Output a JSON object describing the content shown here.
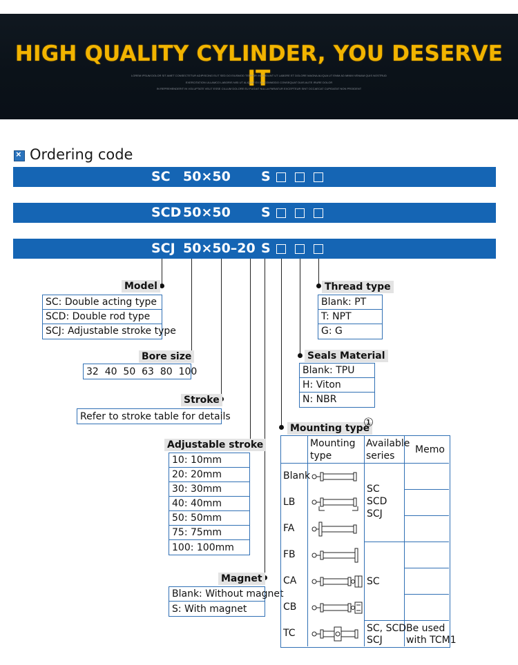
{
  "banner": {
    "title": "HIGH QUALITY CYLINDER, YOU DESERVE IT",
    "sub_lines": [
      "LOREM IPSUM DOLOR SIT AMET CONSECTETUR ADIPISCING ELIT SED DO EIUSMOD TEMPOR INCIDIDUNT UT LABORE ET DOLORE MAGNA ALIQUA UT ENIM AD MINIM VENIAM QUIS NOSTRUD",
      "EXERCITATION ULLAMCO LABORIS NISI UT ALIQUIP EX EA COMMODO CONSEQUAT DUIS AUTE IRURE DOLOR",
      "IN REPREHENDERIT IN VOLUPTATE VELIT ESSE CILLUM DOLORE EU FUGIAT NULLA PARIATUR EXCEPTEUR SINT OCCAECAT CUPIDATAT NON PROIDENT"
    ]
  },
  "ordering": {
    "title": "Ordering code",
    "codes": [
      {
        "prefix": "SC",
        "size": "50×50",
        "suffix": "S"
      },
      {
        "prefix": "SCD",
        "size": "50×50",
        "suffix": "S"
      },
      {
        "prefix": "SCJ",
        "size": "50×50–20",
        "suffix": "S"
      }
    ]
  },
  "model": {
    "label": "Model",
    "rows": [
      "SC: Double acting type",
      "SCD: Double rod type",
      "SCJ: Adjustable stroke type"
    ]
  },
  "bore": {
    "label": "Bore size",
    "value": "32  40  50  63  80  100"
  },
  "stroke": {
    "label": "Stroke",
    "value": "Refer to stroke table for details"
  },
  "adjustable": {
    "label": "Adjustable stroke",
    "rows": [
      "10: 10mm",
      "20: 20mm",
      "30: 30mm",
      "40: 40mm",
      "50: 50mm",
      "75: 75mm",
      "100: 100mm"
    ]
  },
  "magnet": {
    "label": "Magnet",
    "rows": [
      "Blank: Without magnet",
      "S: With magnet"
    ]
  },
  "thread": {
    "label": "Thread type",
    "rows": [
      "Blank: PT",
      "T: NPT",
      "G: G"
    ]
  },
  "seals": {
    "label": "Seals Material",
    "rows": [
      "Blank: TPU",
      "H: Viton",
      "N: NBR"
    ]
  },
  "mounting": {
    "label": "Mounting type",
    "note": "①",
    "headers": {
      "type_l1": "Mounting",
      "type_l2": "type",
      "series_l1": "Available",
      "series_l2": "series",
      "memo": "Memo"
    },
    "rows": [
      "Blank",
      "LB",
      "FA",
      "FB",
      "CA",
      "CB",
      "TC"
    ],
    "series_group1": [
      "SC",
      "SCD",
      "SCJ"
    ],
    "series_ca_cb": "SC",
    "series_tc": [
      "SC, SCD",
      "SCJ"
    ],
    "memo_tc": [
      "Be used",
      "with TCM1"
    ]
  },
  "colors": {
    "banner_bg": "#0b1219",
    "title": "#f2b400",
    "bar": "#1565b4",
    "table_border": "#2f6fb4"
  }
}
